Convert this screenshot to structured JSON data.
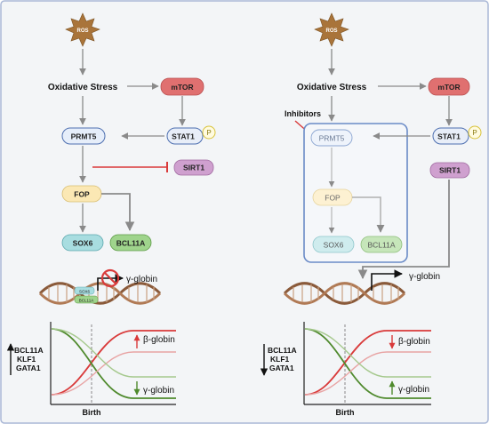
{
  "colors": {
    "panel_bg": "#f3f5f7",
    "border": "#a9b7d6",
    "arrow": "#8a8a8a",
    "inhibit": "#d93a3a",
    "ros": "#a9743a",
    "mtor": "#e07070",
    "stat": "#e8eef8",
    "sirt": "#cfa0cf",
    "prmt": "#e6eefa",
    "fop": "#fbe8b4",
    "sox": "#a8dde0",
    "bcl": "#9fd48c",
    "beta": "#d93a3a",
    "gamma": "#4f8a2d",
    "box": "#6a8bc7"
  },
  "left": {
    "ros": "ROS",
    "oxidative_stress": "Oxidative Stress",
    "mtor": "mTOR",
    "prmt5": "PRMT5",
    "stat1": "STAT1",
    "phospho": "P",
    "sirt1": "SIRT1",
    "fop": "FOP",
    "sox6": "SOX6",
    "bcl11a": "BCL11A",
    "gamma_globin": "γ-globin",
    "dna_sox6": "SOX6",
    "dna_bcl11a": "BCL11A",
    "factors": [
      "BCL11A",
      "KLF1",
      "GATA1"
    ],
    "beta_label": "β-globin",
    "gamma_label": "γ-globin",
    "birth": "Birth"
  },
  "right": {
    "ros": "ROS",
    "oxidative_stress": "Oxidative Stress",
    "mtor": "mTOR",
    "inhibitors": "Inhibitors",
    "prmt5": "PRMT5",
    "stat1": "STAT1",
    "phospho": "P",
    "sirt1": "SIRT1",
    "fop": "FOP",
    "sox6": "SOX6",
    "bcl11a": "BCL11A",
    "gamma_globin": "γ-globin",
    "factors": [
      "BCL11A",
      "KLF1",
      "GATA1"
    ],
    "beta_label": "β-globin",
    "gamma_label": "γ-globin",
    "birth": "Birth"
  }
}
